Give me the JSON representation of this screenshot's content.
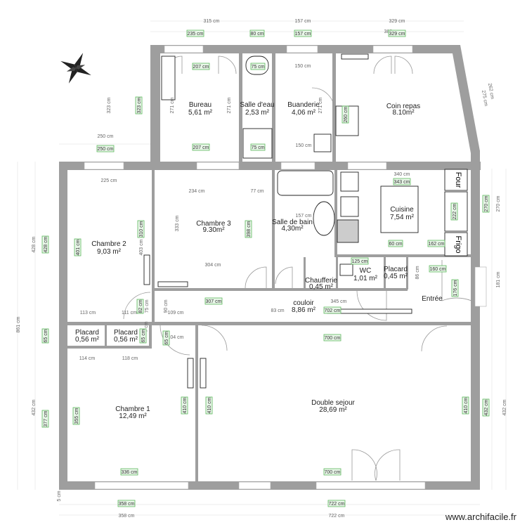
{
  "rooms": [
    {
      "name": "Bureau",
      "area": "5,61 m²"
    },
    {
      "name": "Salle d'eau",
      "area": "2,53 m²"
    },
    {
      "name": "Buanderie",
      "area": "4,06 m²"
    },
    {
      "name": "Coin repas",
      "area": "8.10m²"
    },
    {
      "name": "Chambre 2",
      "area": "9,03 m²"
    },
    {
      "name": "Chambre 3",
      "area": "9.30m²"
    },
    {
      "name": "Salle de bain",
      "area": "4,30m²"
    },
    {
      "name": "Cuisine",
      "area": "7,54 m²"
    },
    {
      "name": "Chaufferie",
      "area": "0,45 m²"
    },
    {
      "name": "WC",
      "area": "1,01 m²"
    },
    {
      "name": "Placard",
      "area": "0,45 m²"
    },
    {
      "name": "Entrée",
      "area": ""
    },
    {
      "name": "couloir",
      "area": "8,86 m²"
    },
    {
      "name": "Placard",
      "area": "0,56 m²"
    },
    {
      "name": "Placard",
      "area": "0,56 m²"
    },
    {
      "name": "Chambre 1",
      "area": "12,49 m²"
    },
    {
      "name": "Double sejour",
      "area": "28,69 m²"
    }
  ],
  "appliances": {
    "oven": "Four",
    "fridge": "Frigo"
  },
  "dims_plain": [
    "315 cm",
    "157 cm",
    "329 cm",
    "383 cm",
    "250 cm",
    "323 cm",
    "271 cm",
    "271 cm",
    "150 cm",
    "271 cm",
    "275 cm",
    "262 cm",
    "225 cm",
    "234 cm",
    "77 cm",
    "333 cm",
    "403 cm",
    "304 cm",
    "428 cm",
    "861 cm",
    "113 cm",
    "111 cm",
    "75 cm",
    "90 cm",
    "109 cm",
    "7 cm",
    "104 cm",
    "114 cm",
    "118 cm",
    "432 cm",
    "432 cm",
    "358 cm",
    "722 cm",
    "345 cm",
    "83 cm",
    "157 cm",
    "340 cm",
    "86 cm",
    "270 cm",
    "181 cm",
    "5 cm",
    "150 cm"
  ],
  "dims_green": [
    "235 cm",
    "80 cm",
    "157 cm",
    "329 cm",
    "207 cm",
    "207 cm",
    "75 cm",
    "75 cm",
    "250 cm",
    "323 cm",
    "260 cm",
    "428 cm",
    "401 cm",
    "310 cm",
    "398 cm",
    "307 cm",
    "702 cm",
    "700 cm",
    "336 cm",
    "700 cm",
    "355 cm",
    "377 cm",
    "410 cm",
    "410 cm",
    "410 cm",
    "432 cm",
    "358 cm",
    "722 cm",
    "65 cm",
    "65 cm",
    "82 cm",
    "65 cm",
    "343 cm",
    "222 cm",
    "162 cm",
    "60 cm",
    "160 cm",
    "176 cm",
    "270 cm",
    "125 cm"
  ],
  "footer": {
    "brand": "www.archifacile.fr"
  },
  "colors": {
    "wall": "#9e9e9e",
    "dimension_box": "#5cb85c"
  }
}
